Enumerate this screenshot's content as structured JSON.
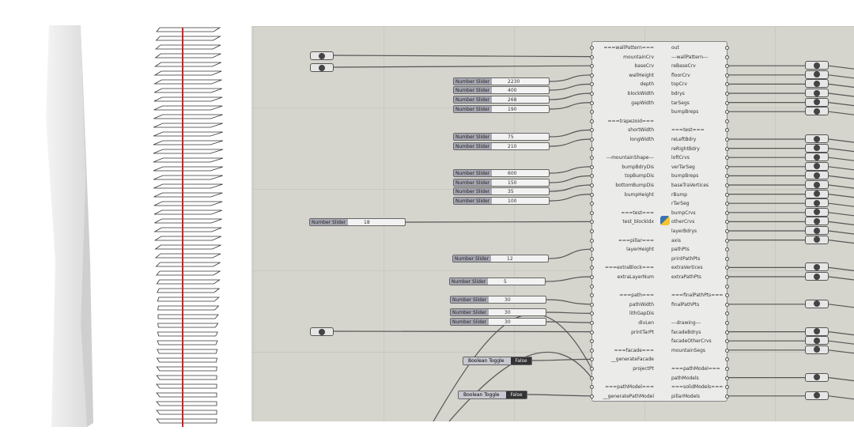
{
  "component": {
    "inputs": [
      "===wallPattern===",
      "mountainCrv",
      "baseCrv",
      "wallHeight",
      "depth",
      "blockWidth",
      "gapWidth",
      "",
      "===trapezoid===",
      "shortWidth",
      "longWidth",
      "",
      "---mountainShape---",
      "bumpBdryDis",
      "topBumpDis",
      "bottomBumpDis",
      "bumpHeight",
      "",
      "===test===",
      "test_blockIdx",
      "",
      "===pillar===",
      "layerHeight",
      "",
      "===extraBlock===",
      "extraLayerNum",
      "",
      "===path===",
      "pathWidth",
      "lithGapDis",
      "divLen",
      "printTarPt",
      "",
      "===facade===",
      "__generateFacade",
      "projectPt",
      "",
      "===pathModel===",
      "__generatePathModel"
    ],
    "outputs": [
      "out",
      "---wallPattern---",
      "reBaseCrv",
      "floorCrv",
      "topCrv",
      "bdrys",
      "tarSegs",
      "bumpBreps",
      "",
      "===test===",
      "reLeftBdry",
      "reRightBdry",
      "loftCrvs",
      "verTarSeg",
      "bumpBreps",
      "baseTraVertices",
      "rBump",
      "rTarSeg",
      "bumpCrvs",
      "otherCrvs",
      "layerBdrys",
      "axis",
      "pathPts",
      "printPathPts",
      "extraVertices",
      "extraPathPts",
      "",
      "===finalPathPts===",
      "finalPathPts",
      "",
      "---drawing---",
      "facadeBdrys",
      "facadeOtherCrvs",
      "mountainSegs",
      "",
      "===pathModel===",
      "pathModels",
      "===solidModels===",
      "pillarModels"
    ]
  },
  "sliders": [
    {
      "label": "Number Slider",
      "value": "2230"
    },
    {
      "label": "Number Slider",
      "value": "400"
    },
    {
      "label": "Number Slider",
      "value": "268"
    },
    {
      "label": "Number Slider",
      "value": "190"
    },
    {
      "label": "Number Slider",
      "value": "75"
    },
    {
      "label": "Number Slider",
      "value": "210"
    },
    {
      "label": "Number Slider",
      "value": "600"
    },
    {
      "label": "Number Slider",
      "value": "150"
    },
    {
      "label": "Number Slider",
      "value": "35"
    },
    {
      "label": "Number Slider",
      "value": "100"
    },
    {
      "label": "Number Slider",
      "value": "18"
    },
    {
      "label": "Number Slider",
      "value": "12"
    },
    {
      "label": "Number Slider",
      "value": "5"
    },
    {
      "label": "Number Slider",
      "value": "30"
    },
    {
      "label": "Number Slider",
      "value": "30"
    },
    {
      "label": "Number Slider",
      "value": "30"
    }
  ],
  "toggles": [
    {
      "label": "Boolean Toggle",
      "value": "False"
    },
    {
      "label": "Boolean Toggle",
      "value": "False"
    }
  ],
  "colors": {
    "axis_line": "#d42020",
    "canvas": "#d5d4cd"
  }
}
